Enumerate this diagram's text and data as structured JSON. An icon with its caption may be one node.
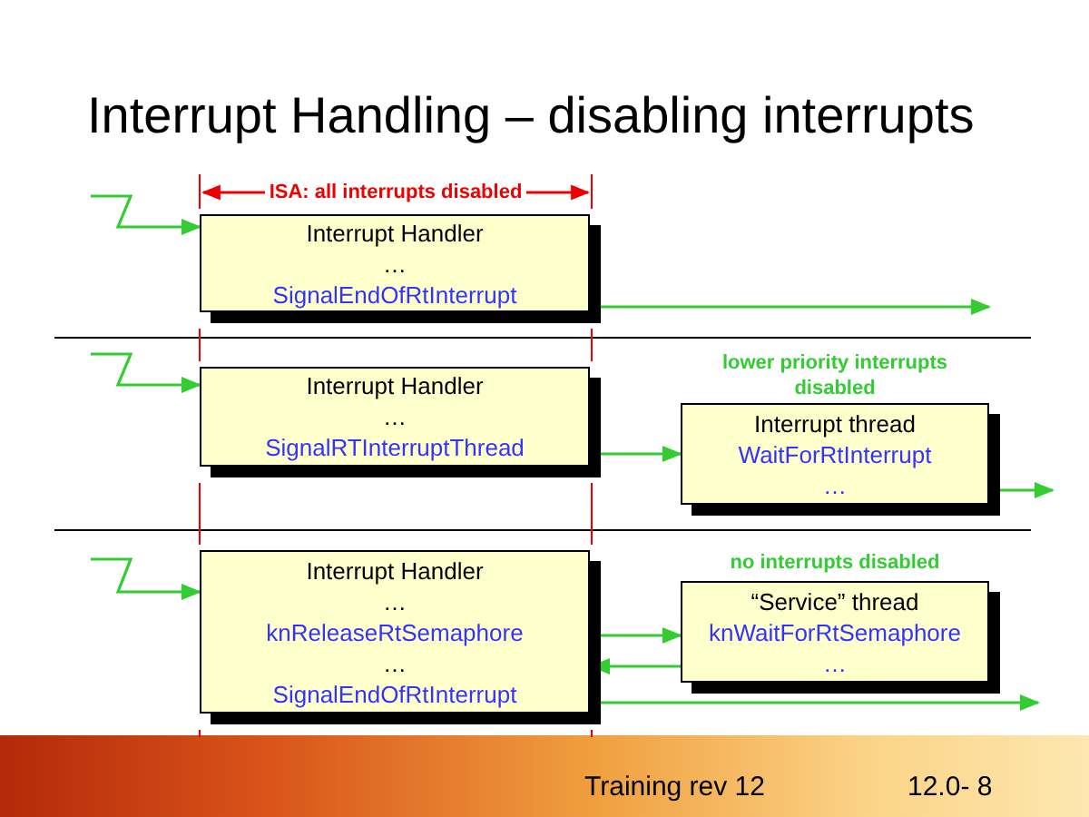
{
  "diagram": {
    "title": "Interrupt Handling – disabling interrupts",
    "nodes": [
      {
        "text": [
          "Interrupt Handler",
          "…",
          "SignalEndOfRtInterrupt"
        ]
      },
      {
        "text": [
          "Interrupt Handler",
          "…",
          "SignalRTInterruptThread"
        ]
      },
      {
        "text": [
          "Interrupt thread",
          "WaitForRtInterrupt",
          "…"
        ],
        "beside": [
          "lower priority interrupts disabled"
        ]
      },
      {
        "text": [
          "Interrupt Handler",
          "…",
          "knReleaseRtSemaphore",
          "…",
          "SignalEndOfRtInterrupt"
        ]
      },
      {
        "text": [
          "“Service” thread",
          "knWaitForRtSemaphore",
          "…"
        ],
        "beside": [
          "no interrupts disabled"
        ]
      }
    ],
    "edges": [
      {
        "from": null,
        "to": 0,
        "arrow": "to"
      },
      {
        "from": 0,
        "to": null,
        "arrow": "to"
      },
      {
        "from": null,
        "to": 1,
        "arrow": "to"
      },
      {
        "from": 1,
        "to": 2,
        "arrow": "to"
      },
      {
        "from": 2,
        "to": null,
        "arrow": "to"
      },
      {
        "from": null,
        "to": 3,
        "arrow": "to"
      },
      {
        "from": 3,
        "to": 4,
        "arrow": "to"
      },
      {
        "from": 4,
        "to": 3,
        "arrow": "to"
      },
      {
        "from": 3,
        "to": null,
        "arrow": "to"
      }
    ],
    "labels": [
      "ISA: all interrupts disabled",
      "Training rev 12",
      "12.0- 8"
    ]
  }
}
